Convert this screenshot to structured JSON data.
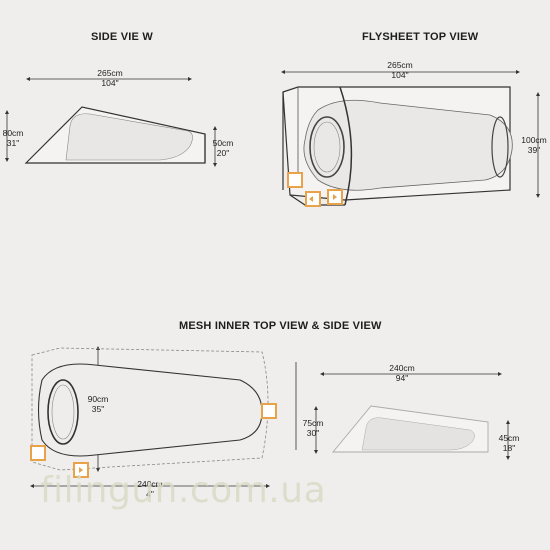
{
  "titles": {
    "side_view": "SIDE VIE W",
    "flysheet_top": "FLYSHEET TOP VIEW",
    "mesh_inner": "MESH INNER TOP VIEW & SIDE VIEW"
  },
  "dims": {
    "side_len_cm": "265cm",
    "side_len_in": "104\"",
    "side_h1_cm": "80cm",
    "side_h1_in": "31\"",
    "side_h2_cm": "50cm",
    "side_h2_in": "20\"",
    "fly_len_cm": "265cm",
    "fly_len_in": "104\"",
    "fly_w_cm": "100cm",
    "fly_w_in": "39\"",
    "mesh_len_cm": "240cm",
    "mesh_len_in": "4\"",
    "mesh_w_cm": "90cm",
    "mesh_w_in": "35\"",
    "mesh_side_len_cm": "240cm",
    "mesh_side_len_in": "94\"",
    "mesh_side_h1_cm": "75cm",
    "mesh_side_h1_in": "30\"",
    "mesh_side_h2_cm": "45cm",
    "mesh_side_h2_in": "18\""
  },
  "watermark": "filingun.com.ua",
  "colors": {
    "background": "#efeeed",
    "line": "#333333",
    "accent": "#e8a24a"
  }
}
